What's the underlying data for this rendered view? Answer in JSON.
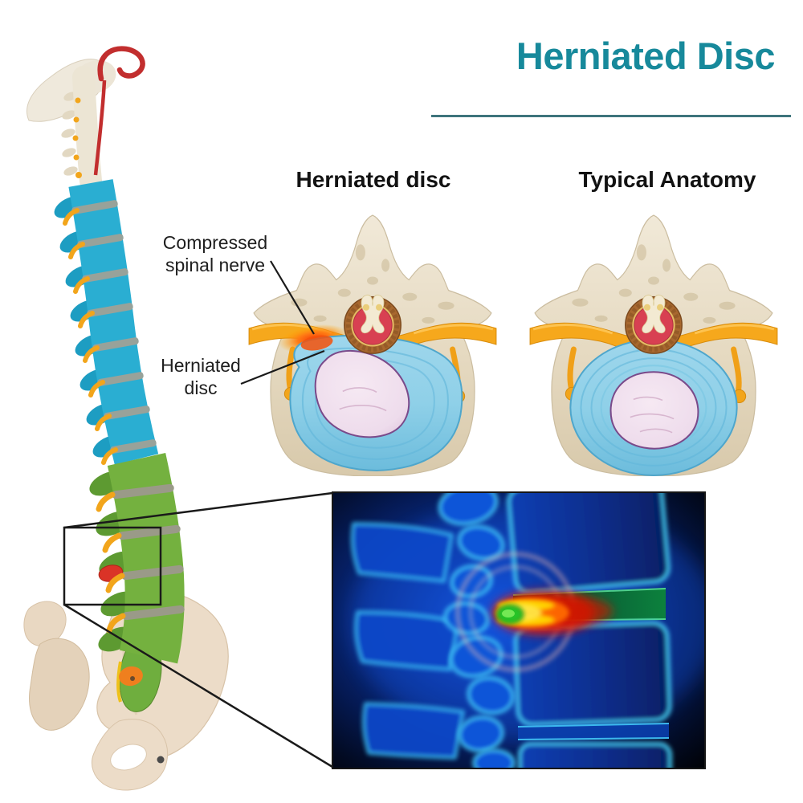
{
  "header": {
    "title": "Herniated Disc"
  },
  "panels": {
    "left_label": "Herniated disc",
    "right_label": "Typical Anatomy"
  },
  "annotations": {
    "compressed_nerve_line1": "Compressed",
    "compressed_nerve_line2": "spinal nerve",
    "herniated_disc_line1": "Herniated",
    "herniated_disc_line2": "disc"
  },
  "figures": {
    "spine_model": "full-spine-anatomical-model-photo",
    "left_illustration": "axial-vertebra-with-herniated-disc",
    "right_illustration": "axial-vertebra-typical-anatomy",
    "inset": "xray-style-lumbar-spine-with-herniation-glow",
    "callout": "zoom-callout-from-lumbar-region-to-inset"
  },
  "colors": {
    "title_teal": "#17899b",
    "divider_teal": "#3e747c",
    "label_black": "#121212",
    "annotation_gray": "#1e1e1e",
    "bone_beige": "#e9dfcc",
    "disc_blue": "#8fd0e8",
    "nucleus_pink": "#eedcec",
    "nerve_yellow": "#f6a81c",
    "compression_orange": "#ff7a14",
    "cord_red": "#d84052",
    "model_cervical_white": "#ece5d4",
    "model_thoracic_cyan": "#2aaed2",
    "model_lumbar_green": "#74b13f",
    "model_pelvis_beige": "#ecdcc8",
    "model_herniation_red": "#da3327",
    "xray_blue": "#1252d6",
    "xray_flame_red": "#e81800",
    "xray_flame_yellow": "#ffd800",
    "xray_nub_green": "#27c427"
  }
}
